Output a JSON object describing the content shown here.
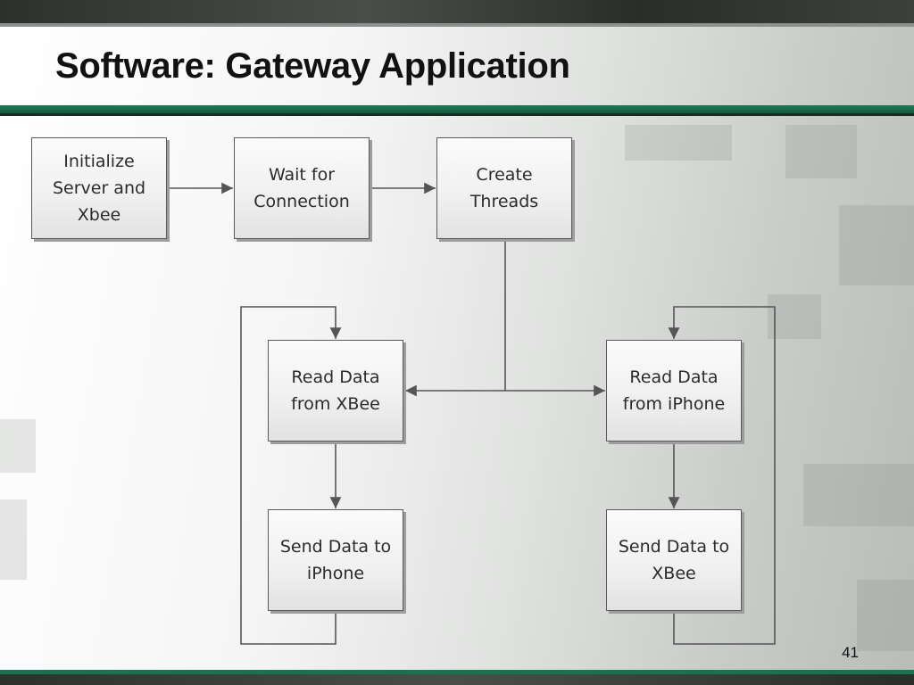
{
  "slide": {
    "title": "Software: Gateway Application",
    "page_number": "41"
  },
  "flowchart": {
    "nodes": {
      "initialize": "Initialize\nServer and\nXbee",
      "wait": "Wait for\nConnection",
      "create_threads": "Create\nThreads",
      "read_xbee": "Read Data\nfrom XBee",
      "send_iphone": "Send Data to\niPhone",
      "read_iphone": "Read Data\nfrom iPhone",
      "send_xbee": "Send Data to\nXBee"
    },
    "edges": [
      [
        "initialize",
        "wait"
      ],
      [
        "wait",
        "create_threads"
      ],
      [
        "create_threads",
        "read_xbee"
      ],
      [
        "create_threads",
        "read_iphone"
      ],
      [
        "read_xbee",
        "send_iphone"
      ],
      [
        "send_iphone",
        "read_xbee"
      ],
      [
        "read_iphone",
        "send_xbee"
      ],
      [
        "send_xbee",
        "read_iphone"
      ]
    ]
  },
  "colors": {
    "accent_green": "#177452",
    "dark_bar": "#2e302e",
    "connector": "#555555"
  }
}
